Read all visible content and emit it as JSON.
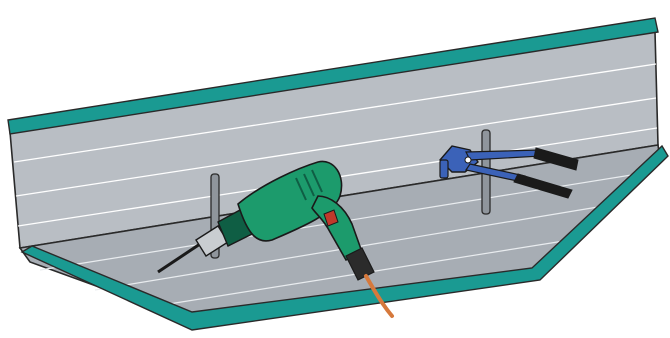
{
  "illustration": {
    "objects": [
      "metal-panel",
      "electric-drill",
      "rivet-gun"
    ]
  },
  "colors": {
    "panel_gray": "#b9bec4",
    "panel_shadow": "#a7adb4",
    "edge_trim_teal": "#1a9a92",
    "outline": "#2a2a2a",
    "drill_green": "#1c9b6c",
    "drill_dark": "#0f5e44",
    "rivet_gun_blue": "#3b62b8",
    "handle_black": "#1a1a1a",
    "cord_orange": "#d6793c"
  }
}
